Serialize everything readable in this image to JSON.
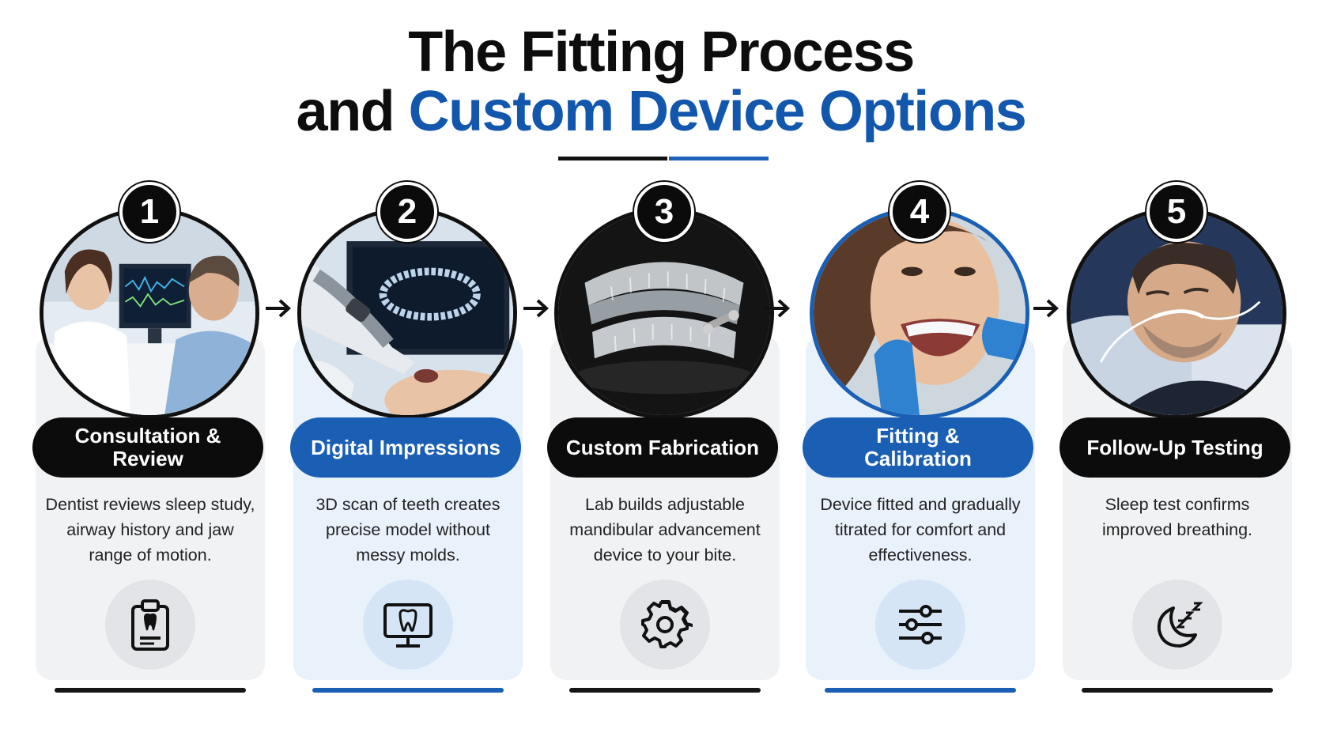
{
  "header": {
    "title_line1": "The Fitting Process",
    "title_line2_prefix": "and ",
    "title_line2_accent": "Custom Device Options"
  },
  "colors": {
    "accent_blue": "#1a5fb4",
    "dark": "#0c0c0c",
    "card_gray": "#f1f2f4",
    "card_blue": "#e9f1fb"
  },
  "steps": [
    {
      "number": "1",
      "title": "Consultation & Review",
      "description": "Dentist reviews sleep study, airway history and jaw range of motion.",
      "icon": "clipboard-tooth-icon",
      "photo": "consultation-photo",
      "theme": "dark"
    },
    {
      "number": "2",
      "title": "Digital Impressions",
      "description": "3D scan of teeth creates precise model without messy molds.",
      "icon": "monitor-tooth-icon",
      "photo": "scanner-photo",
      "theme": "blue"
    },
    {
      "number": "3",
      "title": "Custom Fabrication",
      "description": "Lab builds adjustable mandibular advancement device to your bite.",
      "icon": "gear-icon",
      "photo": "device-photo",
      "theme": "dark"
    },
    {
      "number": "4",
      "title": "Fitting & Calibration",
      "description": "Device fitted and gradually titrated for comfort and effectiveness.",
      "icon": "sliders-icon",
      "photo": "fitting-photo",
      "theme": "blue"
    },
    {
      "number": "5",
      "title": "Follow-Up Testing",
      "description": "Sleep test confirms improved breathing.",
      "icon": "moon-zzz-icon",
      "photo": "sleep-photo",
      "theme": "dark"
    }
  ]
}
